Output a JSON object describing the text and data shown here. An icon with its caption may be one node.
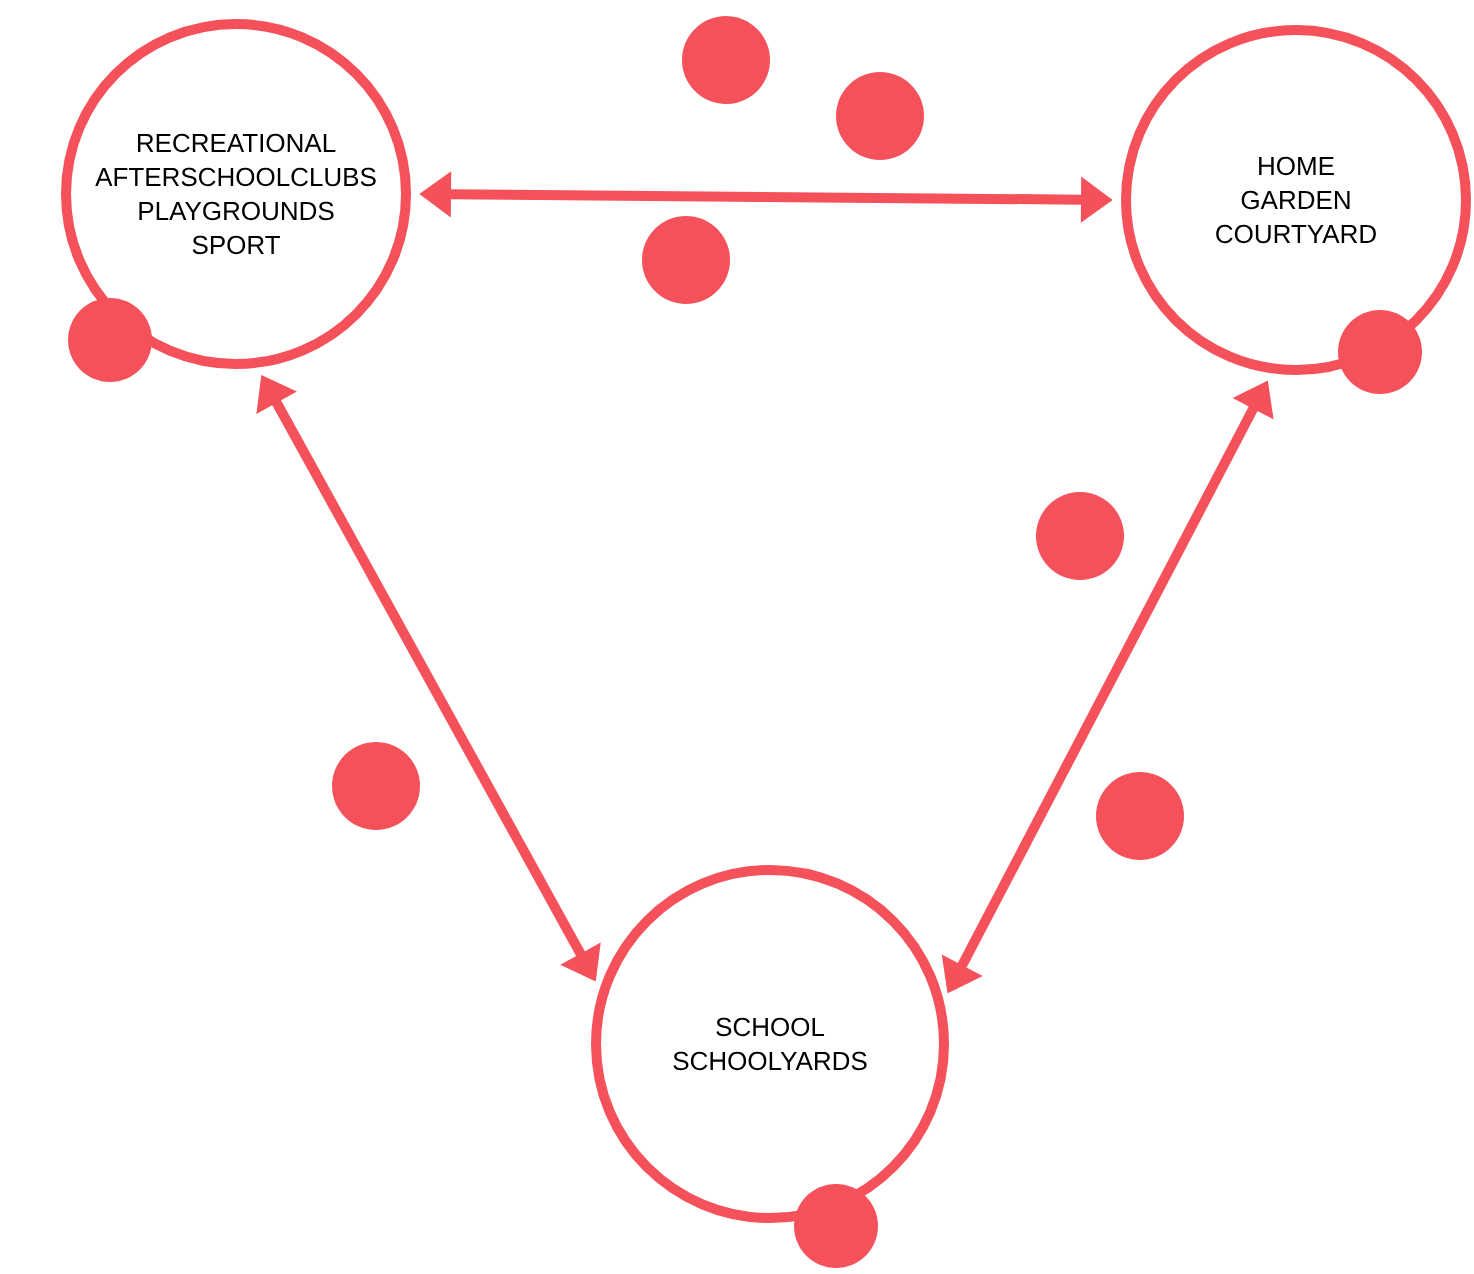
{
  "diagram": {
    "nodes": [
      {
        "text": [
          "RECREATIONAL",
          "AFTERSCHOOLCLUBS",
          "PLAYGROUNDS",
          "SPORT"
        ]
      },
      {
        "text": [
          "HOME",
          "GARDEN",
          "COURTYARD"
        ]
      },
      {
        "text": [
          "SCHOOL",
          "SCHOOLYARDS"
        ]
      }
    ],
    "edges": [
      {
        "from": 0,
        "to": 1,
        "arrow": "both"
      },
      {
        "from": 0,
        "to": 2,
        "arrow": "both"
      },
      {
        "from": 1,
        "to": 2,
        "arrow": "both"
      }
    ]
  }
}
